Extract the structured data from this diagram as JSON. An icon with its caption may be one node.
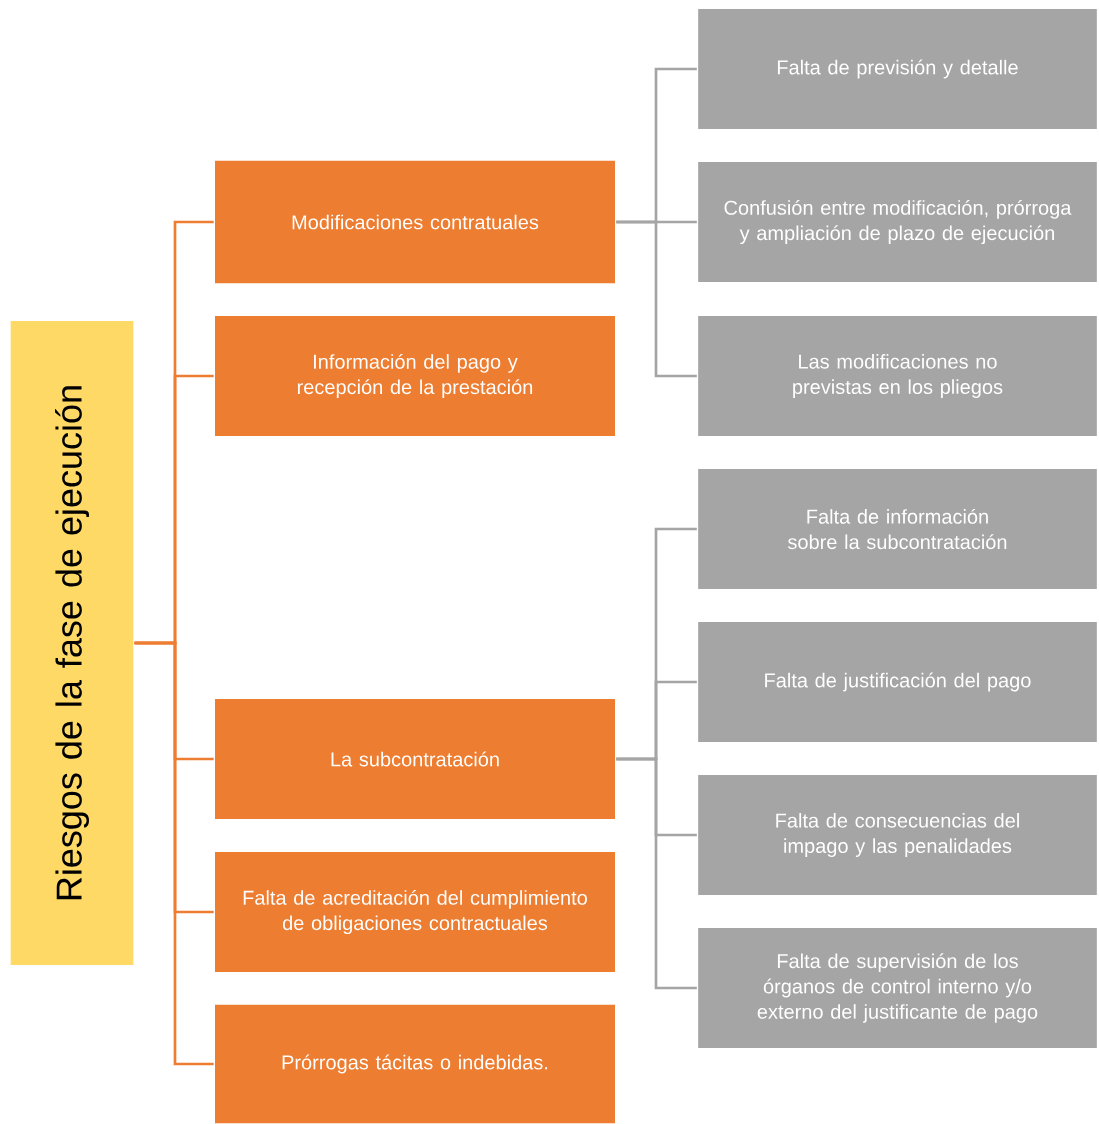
{
  "diagram": {
    "nodes": [
      {
        "text": [
          "Riesgos de la fase de ejecución"
        ]
      },
      {
        "text": [
          "Modificaciones contratuales"
        ]
      },
      {
        "text": [
          "Información del pago y recepción de la prestación"
        ]
      },
      {
        "text": [
          "La subcontratación"
        ]
      },
      {
        "text": [
          "Falta de acreditación del cumplimiento de obligaciones contractuales"
        ]
      },
      {
        "text": [
          "Prórrogas tácitas o indebidas."
        ]
      },
      {
        "text": [
          "Falta de previsión y detalle"
        ]
      },
      {
        "text": [
          "Confusión entre modificación, prórroga y ampliación de plazo de ejecución"
        ]
      },
      {
        "text": [
          "Las modificaciones no previstas en los pliegos"
        ]
      },
      {
        "text": [
          "Falta de información sobre la subcontratación"
        ]
      },
      {
        "text": [
          "Falta de justificación del pago"
        ]
      },
      {
        "text": [
          "Falta de consecuencias del impago y las penalidades"
        ]
      },
      {
        "text": [
          "Falta de supervisión de los órganos de control interno y/o externo del justificante de pago"
        ]
      }
    ],
    "edges": [
      {
        "from": 0,
        "to": 1,
        "arrow": "none",
        "color": "#ed7d31"
      },
      {
        "from": 0,
        "to": 2,
        "arrow": "none",
        "color": "#ed7d31"
      },
      {
        "from": 0,
        "to": 3,
        "arrow": "none",
        "color": "#ed7d31"
      },
      {
        "from": 0,
        "to": 4,
        "arrow": "none",
        "color": "#ed7d31"
      },
      {
        "from": 0,
        "to": 5,
        "arrow": "none",
        "color": "#ed7d31"
      },
      {
        "from": 1,
        "to": 6,
        "arrow": "none"
      },
      {
        "from": 1,
        "to": 7,
        "arrow": "none"
      },
      {
        "from": 1,
        "to": 8,
        "arrow": "none"
      },
      {
        "from": 3,
        "to": 9,
        "arrow": "none"
      },
      {
        "from": 3,
        "to": 10,
        "arrow": "none"
      },
      {
        "from": 3,
        "to": 11,
        "arrow": "none"
      },
      {
        "from": 3,
        "to": 12,
        "arrow": "none"
      }
    ]
  }
}
